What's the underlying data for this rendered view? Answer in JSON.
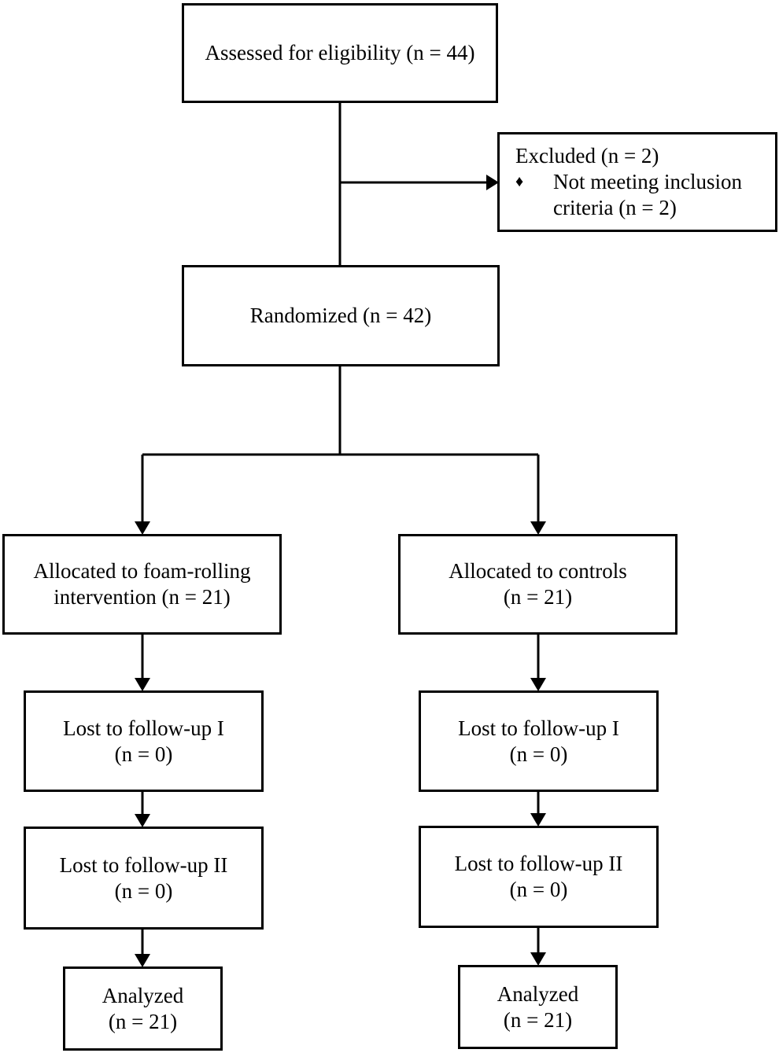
{
  "flow": {
    "assessed": {
      "line1": "Assessed for eligibility (n = 44)"
    },
    "excluded": {
      "title": "Excluded (n = 2)",
      "bullet": "♦",
      "item_line1": "Not meeting inclusion",
      "item_line2": "criteria (n = 2)"
    },
    "randomized": {
      "line1": "Randomized (n = 42)"
    },
    "left": {
      "allocated": {
        "line1": "Allocated to foam-rolling",
        "line2": "intervention (n = 21)"
      },
      "lost1": {
        "line1": "Lost to follow-up I",
        "line2": "(n = 0)"
      },
      "lost2": {
        "line1": "Lost to follow-up II",
        "line2": "(n = 0)"
      },
      "analyzed": {
        "line1": "Analyzed",
        "line2": "(n = 21)"
      }
    },
    "right": {
      "allocated": {
        "line1": "Allocated to controls",
        "line2": "(n = 21)"
      },
      "lost1": {
        "line1": "Lost to follow-up I",
        "line2": "(n = 0)"
      },
      "lost2": {
        "line1": "Lost to follow-up II",
        "line2": "(n = 0)"
      },
      "analyzed": {
        "line1": "Analyzed",
        "line2": "(n = 21)"
      }
    }
  }
}
